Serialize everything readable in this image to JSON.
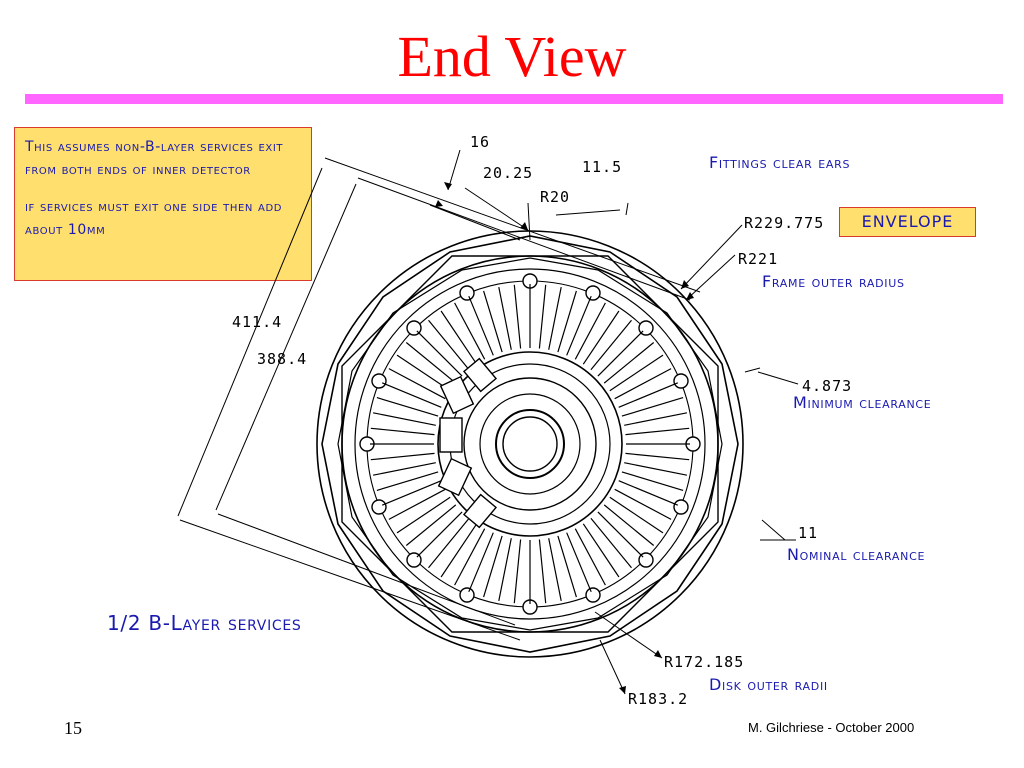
{
  "slide": {
    "title": "End View",
    "number": "15",
    "footer": "M. Gilchriese - October 2000"
  },
  "note": {
    "line1": "This assumes non-B-layer services exit from both ends of inner detector",
    "line2": "if services must exit one side then add about 10mm"
  },
  "envelope": "ENVELOPE",
  "labels": {
    "fittings": "Fittings clear ears",
    "frame_outer": "Frame outer radius",
    "minimum_clearance": "Minimum clearance",
    "nominal_clearance": "Nominal clearance",
    "b_layer": "1/2 B-Layer services",
    "disk_outer": "Disk outer radii"
  },
  "dimensions": {
    "d16": "16",
    "d20_25": "20.25",
    "d11_5": "11.5",
    "r20": "R20",
    "r229": "R229.775",
    "r221": "R221",
    "d411": "411.4",
    "d388": "388.4",
    "d4_873": "4.873",
    "d11": "11",
    "r172": "R172.185",
    "r183": "R183.2"
  },
  "colors": {
    "title": "#ff0000",
    "rule": "#ff66ff",
    "callout_bg": "#ffdf6e",
    "callout_border": "#d83a2c",
    "label": "#1a1ab0"
  }
}
